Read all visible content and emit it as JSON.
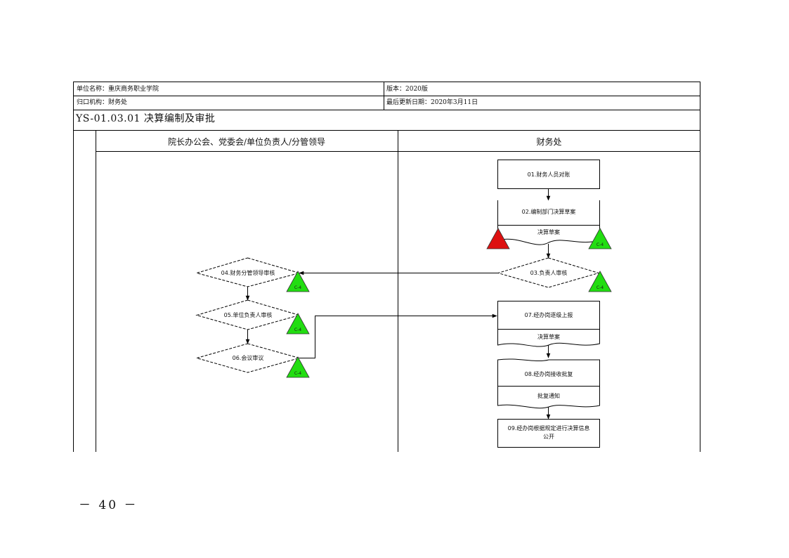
{
  "header": {
    "unit_name": "单位名称：重庆商务职业学院",
    "version": "版本：2020版",
    "department": "归口机构：财务处",
    "updated": "最后更新日期：2020年3月11日",
    "title": "YS-01.03.01 决算编制及审批"
  },
  "lanes": {
    "left": "院长办公会、党委会/单位负责人/分管领导",
    "right": "财务处"
  },
  "nodes": {
    "n01": "01.财务人员对账",
    "n02": "02.编制部门决算草案",
    "n02_doc": "决算草案",
    "n03": "03.负责人审核",
    "n04": "04.财务分管领导审核",
    "n05": "05.单位负责人审核",
    "n06": "06.会议审议",
    "n07": "07.经办岗逐级上报",
    "n07_doc": "决算草案",
    "n08": "08.经办岗接收批复",
    "n08_doc": "批复通知",
    "n09_line1": "09.经办岗根据规定进行决算信息",
    "n09_line2": "公开"
  },
  "risk_markers": {
    "red_left": "",
    "green_02": "C-4",
    "green_03": "C-4",
    "green_04": "C-4",
    "green_05": "C-4",
    "green_06": "C-4"
  },
  "colors": {
    "risk_high": "#dd1111",
    "risk_low": "#22dd11",
    "line": "#000000"
  },
  "footer": {
    "page_number": "－ 40 －"
  }
}
